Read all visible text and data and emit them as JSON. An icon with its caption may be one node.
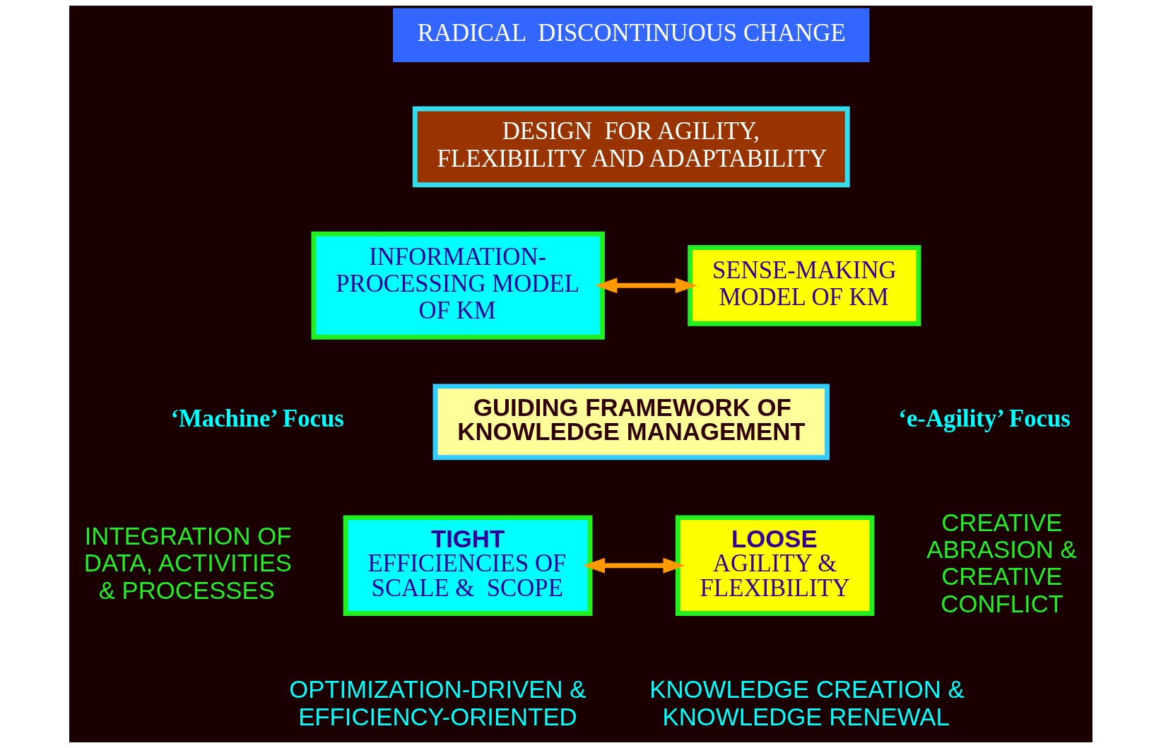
{
  "diagram": {
    "nodes": [
      {
        "text": [
          "RADICAL  DISCONTINUOUS CHANGE"
        ]
      },
      {
        "text": [
          "DESIGN  FOR AGILITY, FLEXIBILITY AND ADAPTABILITY"
        ]
      },
      {
        "text": [
          "INFORMATION-PROCESSING MODEL OF KM"
        ]
      },
      {
        "text": [
          "SENSE-MAKING MODEL OF KM"
        ]
      },
      {
        "text": [
          "GUIDING FRAMEWORK OF KNOWLEDGE MANAGEMENT"
        ]
      },
      {
        "text": [
          "TIGHT",
          "EFFICIENCIES OF SCALE &  SCOPE"
        ]
      },
      {
        "text": [
          "LOOSE",
          "AGILITY & FLEXIBILITY"
        ]
      }
    ],
    "edges": [
      {
        "from": 2,
        "to": 3,
        "arrow": "both"
      },
      {
        "from": 5,
        "to": 6,
        "arrow": "both"
      }
    ],
    "labels": [
      "‘Machine’ Focus",
      "‘e-Agility’ Focus",
      "INTEGRATION OF DATA, ACTIVITIES & PROCESSES",
      "CREATIVE ABRASION & CREATIVE CONFLICT",
      "OPTIMIZATION-DRIVEN & EFFICIENCY-ORIENTED",
      "KNOWLEDGE CREATION & KNOWLEDGE RENEWAL"
    ]
  }
}
